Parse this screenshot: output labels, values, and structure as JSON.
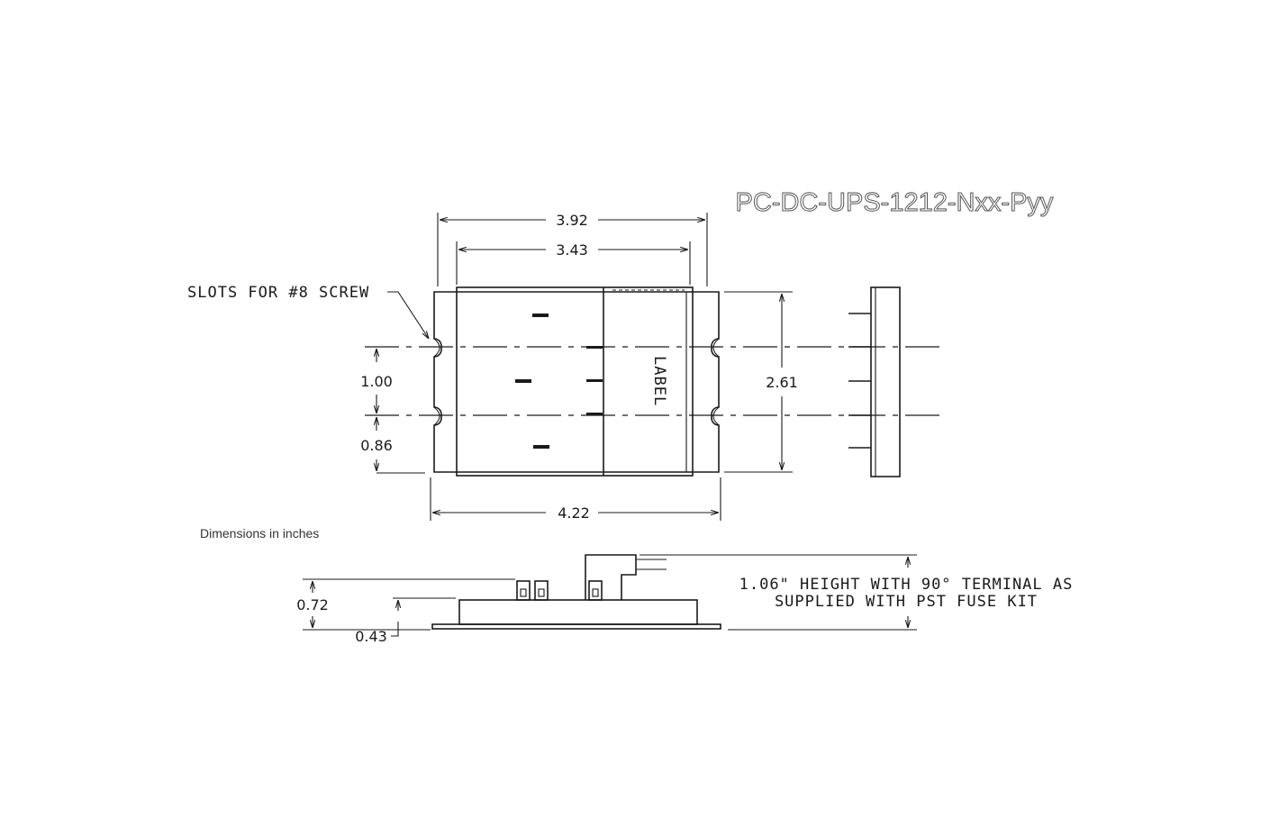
{
  "part_number": "PC-DC-UPS-1212-Nxx-Pyy",
  "units_note": "Dimensions in inches",
  "slot_callout": "SLOTS FOR #8 SCREW",
  "body_label": "LABEL",
  "dimensions": {
    "overall_width_top": "3.92",
    "inner_width": "3.43",
    "base_width": "4.22",
    "slot_spacing": "1.00",
    "slot_to_edge": "0.86",
    "height_side": "2.61",
    "profile_height": "0.72",
    "body_height": "0.43"
  },
  "terminal_note": {
    "line1": "1.06\" HEIGHT WITH 90° TERMINAL AS",
    "line2": "SUPPLIED WITH PST FUSE KIT"
  }
}
